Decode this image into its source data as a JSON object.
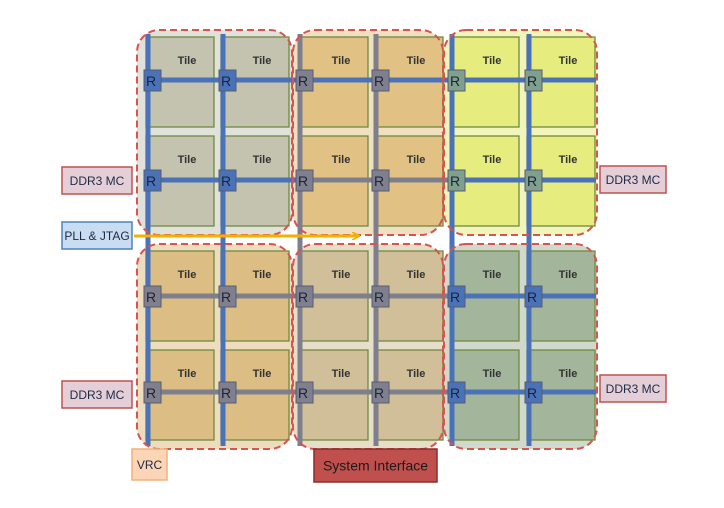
{
  "labels": {
    "tile": "Tile",
    "router": "R",
    "ddr3_mc": "DDR3 MC",
    "pll_jtag": "PLL & JTAG",
    "vrc": "VRC",
    "system_interface": "System Interface"
  },
  "colors": {
    "quadrant_top_left": "#c9c9bd",
    "quadrant_top_middle": "#e6c58e",
    "quadrant_top_right": "#e8ec84",
    "quadrant_bottom_left": "#dfbf88",
    "quadrant_bottom_middle": "#d3c29c",
    "quadrant_bottom_right": "#a9b9a0",
    "quadrant_border": "#d9534f",
    "tile_border": "#6f8a3e",
    "mesh_blue": "#4a72b8",
    "mesh_grey": "#7d7f8c",
    "router_blue": "#4a72b8",
    "router_grey": "#7f7f8e",
    "router_green": "#7fa08c",
    "ddr3_fill": "#e4cfd9",
    "ddr3_border": "#c0504d",
    "pll_fill": "#c8dcf2",
    "pll_border": "#4f81bd",
    "vrc_fill": "#fbd5b5",
    "system_interface_fill": "#c0504d",
    "arrow": "#f4b000"
  }
}
